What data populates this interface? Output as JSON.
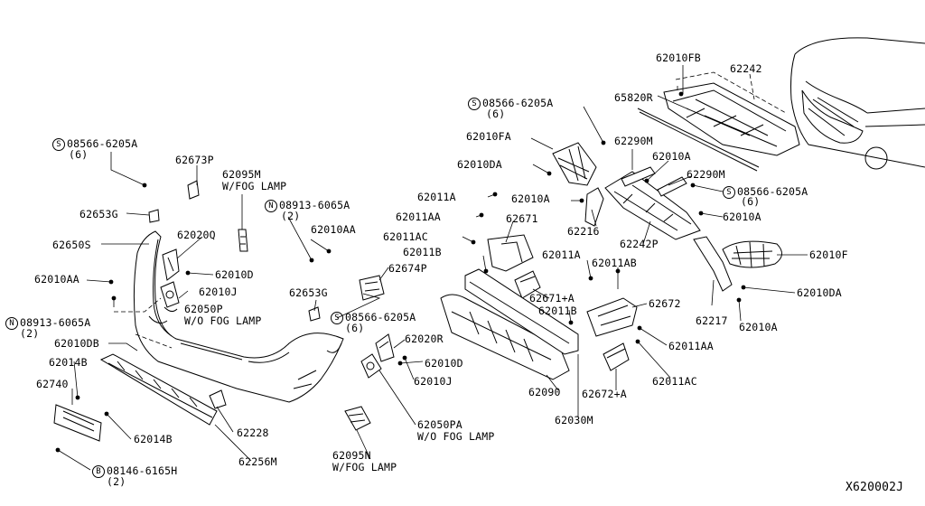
{
  "diagram_id": "X620002J",
  "labels": {
    "p62010FB": "62010FB",
    "p62242": "62242",
    "p08566_a_top": "08566-6205A",
    "p08566_a_top_qty": "(6)",
    "p65820R": "65820R",
    "p62290M_a": "62290M",
    "p62010FA": "62010FA",
    "p62010A_a": "62010A",
    "p62290M_b": "62290M",
    "p62010DA_a": "62010DA",
    "p08566_right": "08566-6205A",
    "p08566_right_qty": "(6)",
    "p62011A_a": "62011A",
    "p62010A_b": "62010A",
    "p62010A_c": "62010A",
    "p62011AA_a": "62011AA",
    "p62671": "62671",
    "p62216": "62216",
    "p62242P": "62242P",
    "p62011AC_a": "62011AC",
    "p62011B_a": "62011B",
    "p62011A_b": "62011A",
    "p62011AB": "62011AB",
    "p62010F": "62010F",
    "p62674P": "62674P",
    "p62671A": "62671+A",
    "p62672": "62672",
    "p62010DA_b": "62010DA",
    "p62011B_b": "62011B",
    "p62217": "62217",
    "p62010A_d": "62010A",
    "p62011AA_b": "62011AA",
    "p62011AC_b": "62011AC",
    "p62672A": "62672+A",
    "p62030M": "62030M",
    "p62090": "62090",
    "p62020R": "62020R",
    "p62010D_b": "62010D",
    "p62010J_b": "62010J",
    "p62050PA": "62050PA",
    "p62050PA_note": "W/O FOG LAMP",
    "p62095N": "62095N",
    "p62095N_note": "W/FOG LAMP",
    "p08566_mid": "08566-6205A",
    "p08566_mid_qty": "(6)",
    "p62653G_b": "62653G",
    "p08566_left": "08566-6205A",
    "p08566_left_qty": "(6)",
    "p62673P": "62673P",
    "p62095M": "62095M",
    "p62095M_note": "W/FOG LAMP",
    "p08913_top": "08913-6065A",
    "p08913_top_qty": "(2)",
    "p62010AA_a": "62010AA",
    "p62653G_a": "62653G",
    "p62020Q": "62020Q",
    "p62650S": "62650S",
    "p62010D_a": "62010D",
    "p62010AA_b": "62010AA",
    "p62010J_a": "62010J",
    "p62050P": "62050P",
    "p62050P_note": "W/O FOG LAMP",
    "p08913_left": "08913-6065A",
    "p08913_left_qty": "(2)",
    "p62010DB": "62010DB",
    "p62014B_a": "62014B",
    "p62740": "62740",
    "p62014B_b": "62014B",
    "p62228": "62228",
    "p62256M": "62256M",
    "p08146": "08146-6165H",
    "p08146_qty": "(2)"
  },
  "symbols": {
    "s": "S",
    "n": "N",
    "b": "B"
  }
}
